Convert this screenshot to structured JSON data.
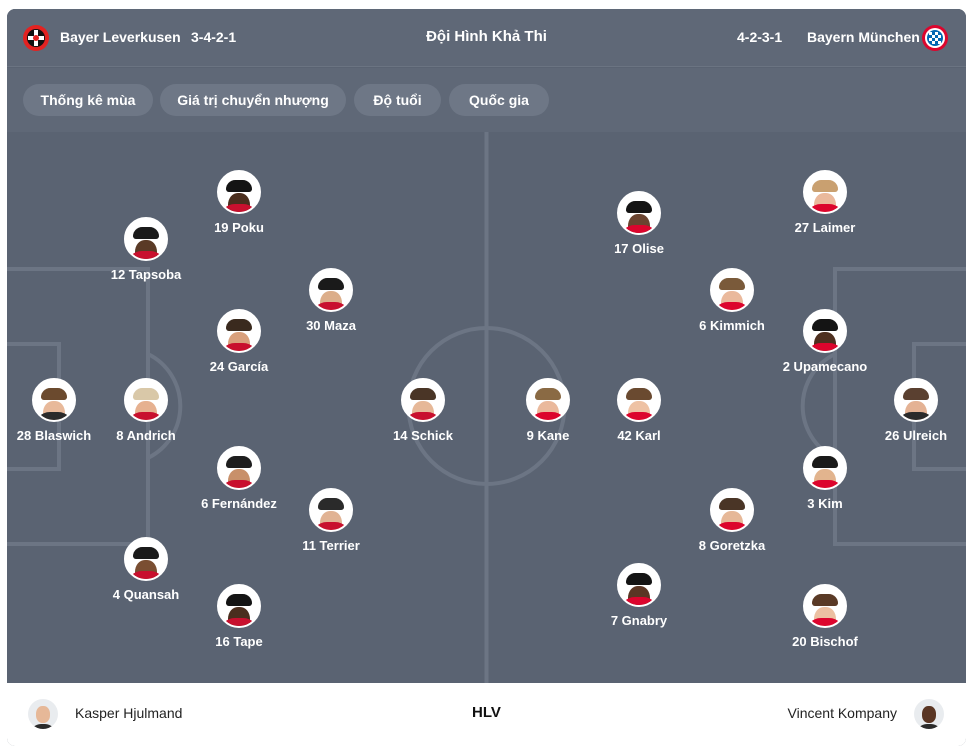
{
  "header": {
    "home_team": "Bayer Leverkusen",
    "home_formation": "3-4-2-1",
    "title": "Đội Hình Khả Thi",
    "away_formation": "4-2-3-1",
    "away_team": "Bayern München",
    "home_logo_icon": "leverkusen-crest-icon",
    "away_logo_icon": "bayern-crest-icon"
  },
  "tabs": [
    {
      "label": "Thống kê mùa"
    },
    {
      "label": "Giá trị chuyển nhượng"
    },
    {
      "label": "Độ tuổi"
    },
    {
      "label": "Quốc gia"
    }
  ],
  "home_players": [
    {
      "label": "28 Blaswich"
    },
    {
      "label": "12 Tapsoba"
    },
    {
      "label": "8 Andrich"
    },
    {
      "label": "4 Quansah"
    },
    {
      "label": "19 Poku"
    },
    {
      "label": "24 García"
    },
    {
      "label": "6 Fernández"
    },
    {
      "label": "16 Tape"
    },
    {
      "label": "30 Maza"
    },
    {
      "label": "11 Terrier"
    },
    {
      "label": "14 Schick"
    }
  ],
  "away_players": [
    {
      "label": "26 Ulreich"
    },
    {
      "label": "27 Laimer"
    },
    {
      "label": "2 Upamecano"
    },
    {
      "label": "3 Kim"
    },
    {
      "label": "20 Bischof"
    },
    {
      "label": "6 Kimmich"
    },
    {
      "label": "8 Goretzka"
    },
    {
      "label": "17 Olise"
    },
    {
      "label": "42 Karl"
    },
    {
      "label": "7 Gnabry"
    },
    {
      "label": "9 Kane"
    }
  ],
  "footer": {
    "home_coach": "Kasper Hjulmand",
    "label": "HLV",
    "away_coach": "Vincent Kompany"
  },
  "colors": {
    "pitch": "#5a6372",
    "header": "#5f6877",
    "tab": "#6e7786",
    "line": "#6c7584"
  }
}
